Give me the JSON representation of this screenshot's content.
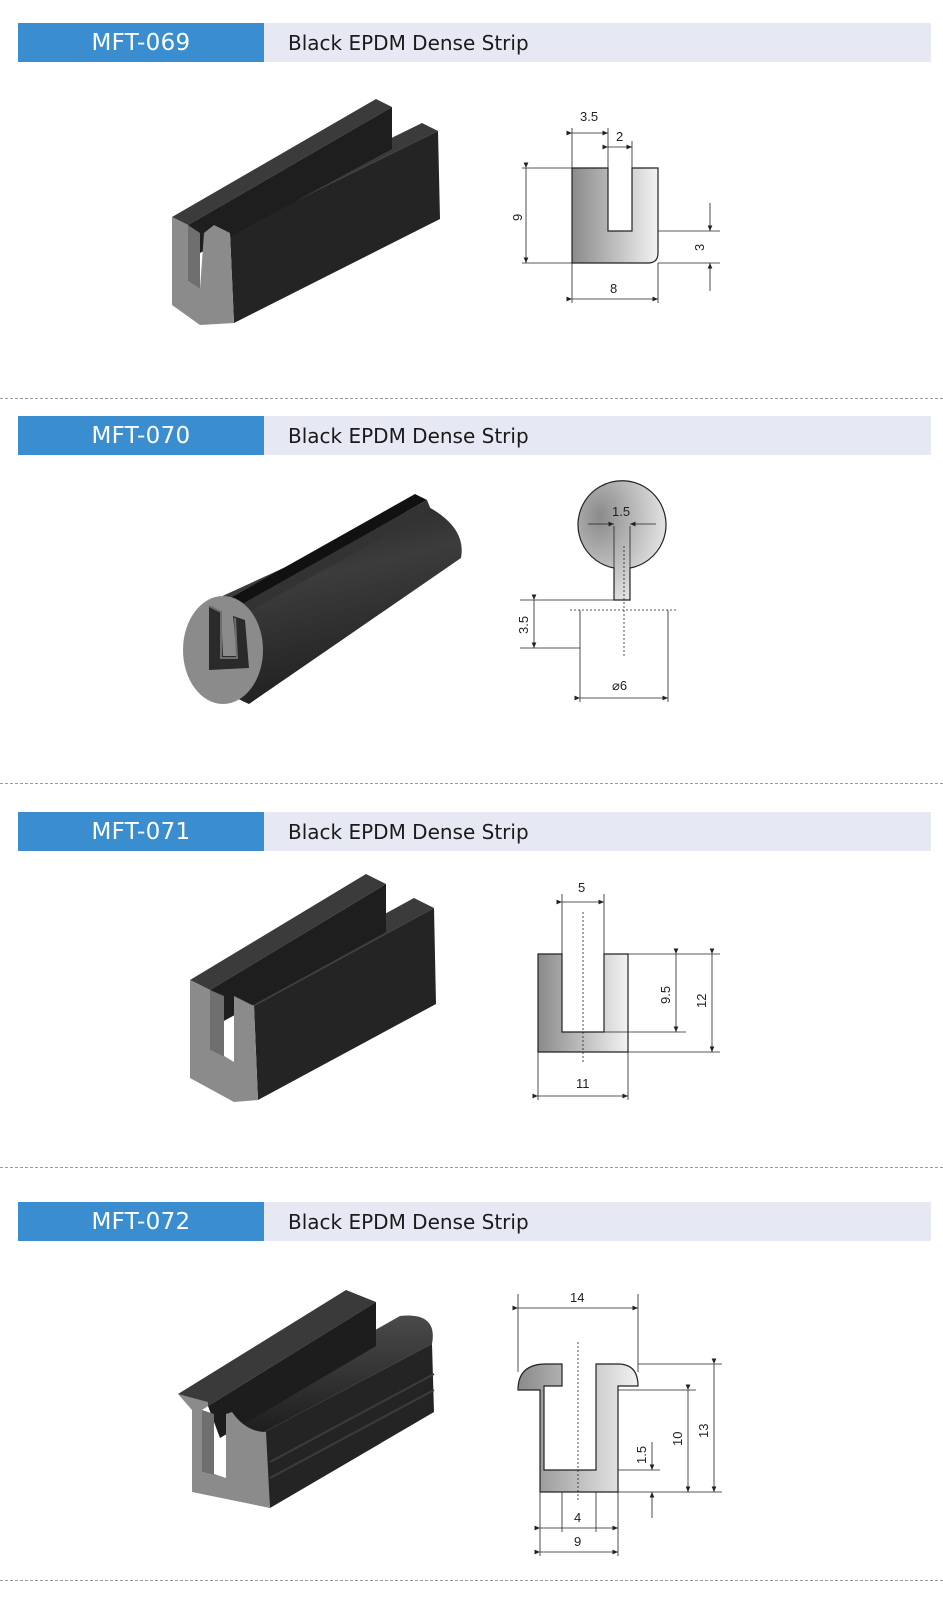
{
  "products": [
    {
      "code": "MFT-069",
      "name": "Black EPDM Dense Strip",
      "dimensions": [
        "3.5",
        "2",
        "9",
        "3",
        "8"
      ]
    },
    {
      "code": "MFT-070",
      "name": "Black EPDM Dense Strip",
      "dimensions": [
        "1.5",
        "3.5",
        "⌀6"
      ]
    },
    {
      "code": "MFT-071",
      "name": "Black EPDM Dense Strip",
      "dimensions": [
        "5",
        "9.5",
        "12",
        "11"
      ]
    },
    {
      "code": "MFT-072",
      "name": "Black EPDM Dense Strip",
      "dimensions": [
        "14",
        "10",
        "13",
        "1.5",
        "4",
        "9"
      ]
    }
  ],
  "colors": {
    "code_bg": "#3a8ecf",
    "name_bg": "#e6e9f3",
    "rubber_black": "#2a2a2a",
    "section_grey": "#8a8a8a"
  }
}
